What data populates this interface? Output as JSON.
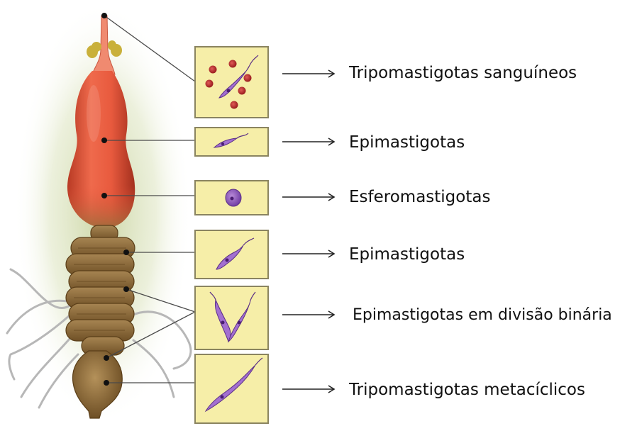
{
  "stages": [
    {
      "label": "Tripomastigotas sanguíneos",
      "form": "trypomastigote-blood"
    },
    {
      "label": "Epimastigotas",
      "form": "epimastigote"
    },
    {
      "label": "Esferomastigotas",
      "form": "spheromastigote"
    },
    {
      "label": "Epimastigotas",
      "form": "epimastigote"
    },
    {
      "label": "Epimastigotas em divisão binária",
      "form": "epimastigote-dividing"
    },
    {
      "label": "Tripomastigotas metacíclicos",
      "form": "trypomastigote-metacyclic"
    }
  ],
  "colors": {
    "panel_fill": "#f6eea8",
    "panel_border": "#8a8460",
    "parasite": "#9b63c9",
    "parasite_dark": "#5b2f86",
    "blood_cell": "#c0282a",
    "gut_red": "#e8523a",
    "gut_brown": "#8b6a3a",
    "aura": "#cdd7a6"
  }
}
